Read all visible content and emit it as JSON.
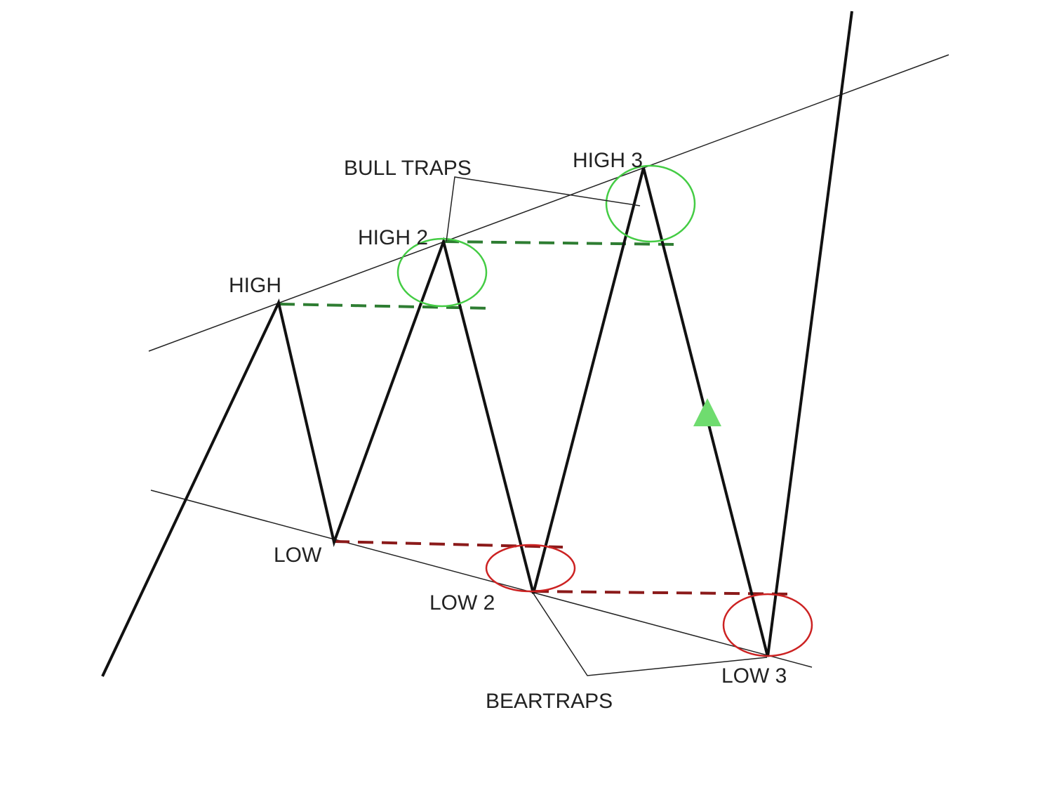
{
  "diagram": {
    "labels": {
      "high": "HIGH",
      "high2": "HIGH 2",
      "high3": "HIGH 3",
      "low": "LOW",
      "low2": "LOW 2",
      "low3": "LOW 3",
      "bull_traps": "BULL TRAPS",
      "beartraps": "BEARTRAPS"
    },
    "colors": {
      "price_line": "#111111",
      "trend_line": "#222222",
      "bull_trap": "#2e7d32",
      "bull_circle": "#44cc44",
      "bear_trap": "#8b1a1a",
      "bear_circle": "#cc2222",
      "marker": "#6fdc6f"
    },
    "icons": {
      "marker": "triangle-up-icon"
    }
  }
}
